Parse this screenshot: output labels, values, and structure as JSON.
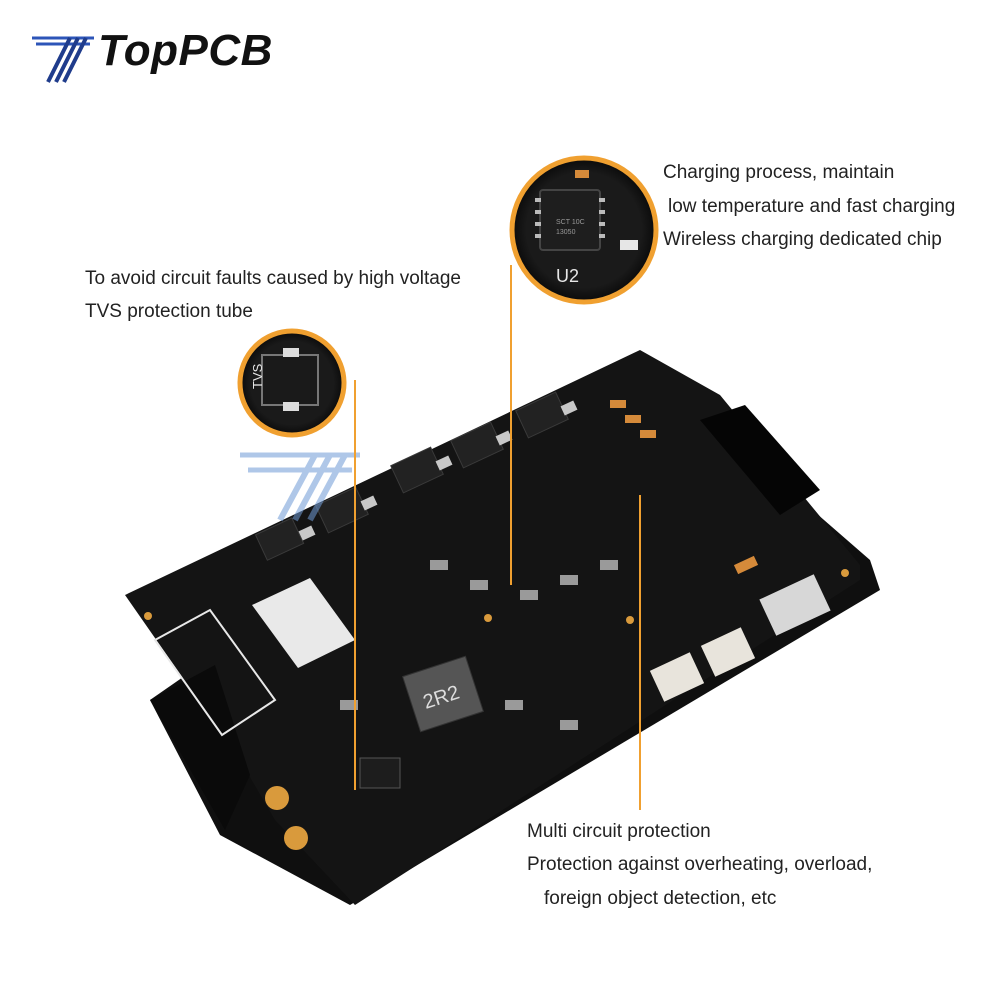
{
  "brand": {
    "name": "TopPCB"
  },
  "callouts": {
    "top_right": {
      "line1": "Charging process, maintain",
      "line2": "low temperature and fast charging",
      "line3": "Wireless charging dedicated chip"
    },
    "left": {
      "line1": "To avoid circuit faults caused by high voltage",
      "line2": "TVS protection tube"
    },
    "bottom": {
      "line1": "Multi circuit protection",
      "line2": "Protection against overheating, overload,",
      "line3": "foreign object detection, etc"
    }
  },
  "board_labels": {
    "chip_zoom": "U2",
    "chip_marking_1": "SCT 10C",
    "chip_marking_2": "13050",
    "tvs_zoom": "TVS",
    "inductor": "2R2"
  },
  "colors": {
    "accent_orange": "#f0a030",
    "logo_blue": "#2d55b8",
    "board_black": "#111111"
  }
}
